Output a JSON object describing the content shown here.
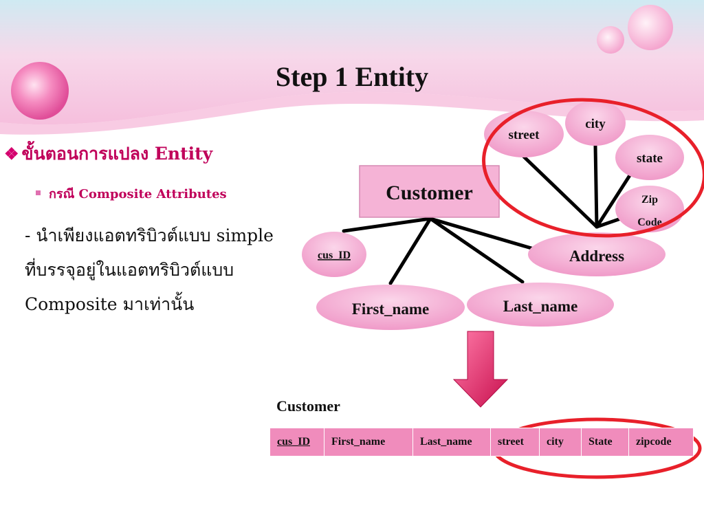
{
  "slide": {
    "title": "Step 1 Entity"
  },
  "bullets": {
    "main": "ขั้นตอนการแปลง Entity",
    "sub": "กรณี Composite Attributes"
  },
  "body_lines": [
    "- นำเพียงแอตทริบิวต์แบบ simple",
    "ที่บรรจุอยู่ในแอตทริบิวต์แบบ",
    "Composite มาเท่านั้น"
  ],
  "er_diagram": {
    "entity": "Customer",
    "attributes": {
      "cus_id": "cus_ID",
      "first_name": "First_name",
      "last_name": "Last_name",
      "address": "Address",
      "street": "street",
      "city": "city",
      "state": "state",
      "zip_line1": "Zip",
      "zip_line2": "Code"
    }
  },
  "relation": {
    "name": "Customer",
    "columns": [
      "cus_ID",
      "First_name",
      "Last_name",
      "street",
      "city",
      "State",
      "zipcode"
    ],
    "primary_key": "cus_ID"
  },
  "colors": {
    "entity_fill": "#f5b3d6",
    "attribute_fill": "#f4a7cf",
    "table_fill": "#f08cbc",
    "highlight_red": "#e8202a",
    "arrow_pink": "#e8336e",
    "bullet_text": "#c0005a"
  }
}
